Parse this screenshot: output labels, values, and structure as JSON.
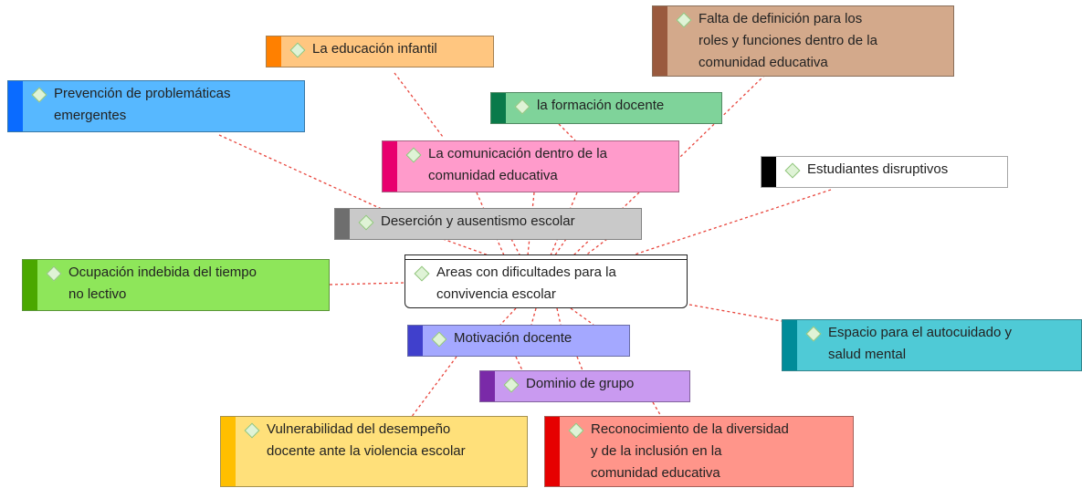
{
  "colors": {
    "link": "#e8453c",
    "orange_bar": "#ff8000",
    "orange_bg": "#ffc680",
    "brown_bar": "#9a5a3e",
    "brown_bg": "#d3a98b",
    "blue_bar": "#0a6bff",
    "blue_bg": "#57b8ff",
    "green_bar": "#0a7a4a",
    "green_bg": "#7fd39a",
    "pink_bar": "#e8006e",
    "pink_bg": "#ff9bcb",
    "black_bar": "#000000",
    "white_bg": "#ffffff",
    "gray_bar": "#6e6e6e",
    "gray_bg": "#c9c9c9",
    "lime_bar": "#4aa800",
    "lime_bg": "#8ee65a",
    "teal_bar": "#008c99",
    "teal_bg": "#4fcad6",
    "indigo_bar": "#4040cc",
    "indigo_bg": "#a4a8ff",
    "purple_bar": "#7a2aa8",
    "purple_bg": "#c99af0",
    "yellow_bar": "#ffbf00",
    "yellow_bg": "#ffe07a",
    "red_bar": "#e60000",
    "red_bg": "#ff958a"
  },
  "central_topic": {
    "label": "Areas con dificultades para la\nconvivencia escolar",
    "icon": "diamond-icon"
  },
  "topics": {
    "educacion_infantil": "La educación infantil",
    "falta_definicion": "Falta de definición para los\nroles y funciones dentro de la\ncomunidad educativa",
    "prevencion": "Prevención de problemáticas\nemergentes",
    "formacion_docente": "la formación docente",
    "comunicacion": "La comunicación dentro de la\ncomunidad educativa",
    "estudiantes_disruptivos": "Estudiantes disruptivos",
    "desercion": "Deserción y ausentismo escolar",
    "ocupacion": "Ocupación indebida del tiempo\nno lectivo",
    "espacio_autocuidado": "Espacio para el autocuidado y\nsalud mental",
    "motivacion_docente": "Motivación docente",
    "dominio_grupo": "Dominio de grupo",
    "vulnerabilidad": "Vulnerabilidad del desempeño\ndocente ante la violencia escolar",
    "reconocimiento": "Reconocimiento de la diversidad\ny de la inclusión  en la\ncomunidad educativa"
  }
}
